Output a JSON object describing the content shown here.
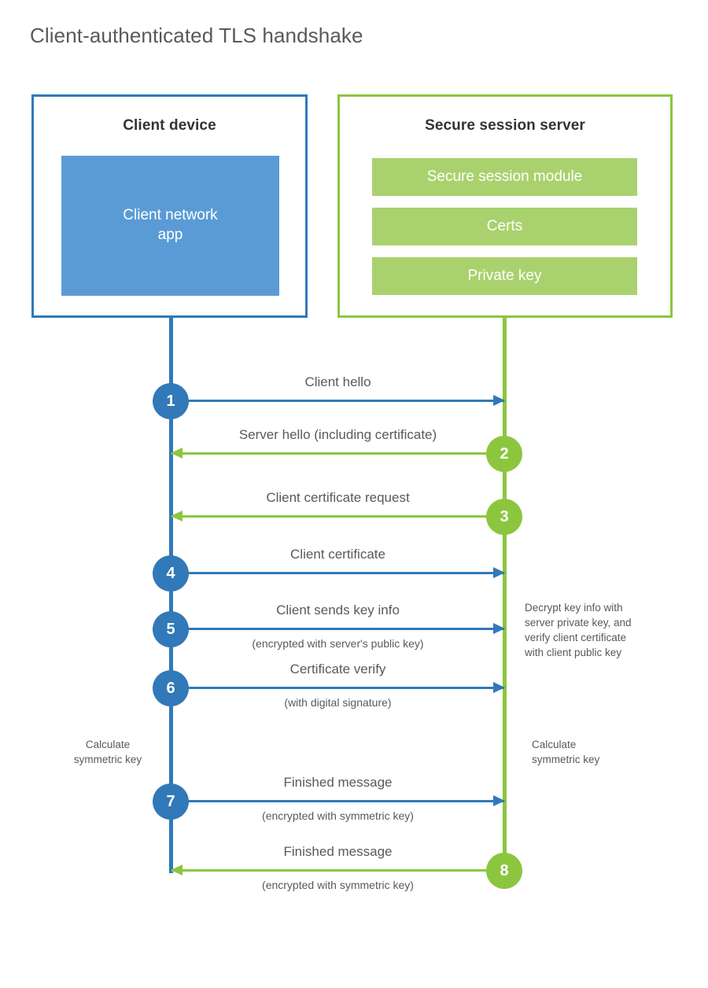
{
  "title": "Client-authenticated TLS handshake",
  "colors": {
    "client_blue": "#3179b8",
    "client_app_fill": "#5b9bd5",
    "server_green": "#8cc63f",
    "server_bar_fill": "#a9d26e",
    "text_gray": "#58595b",
    "heading_dark": "#333333",
    "background": "#ffffff"
  },
  "client": {
    "title": "Client device",
    "app_label_line1": "Client network",
    "app_label_line2": "app"
  },
  "server": {
    "title": "Secure session server",
    "components": [
      {
        "label": "Secure session module"
      },
      {
        "label": "Certs"
      },
      {
        "label": "Private key"
      }
    ]
  },
  "steps": [
    {
      "number": "1",
      "direction": "client-to-server",
      "label": "Client hello",
      "sublabel": ""
    },
    {
      "number": "2",
      "direction": "server-to-client",
      "label": "Server hello (including certificate)",
      "sublabel": ""
    },
    {
      "number": "3",
      "direction": "server-to-client",
      "label": "Client certificate request",
      "sublabel": ""
    },
    {
      "number": "4",
      "direction": "client-to-server",
      "label": "Client certificate",
      "sublabel": ""
    },
    {
      "number": "5",
      "direction": "client-to-server",
      "label": "Client sends key info",
      "sublabel": "(encrypted with server's public key)"
    },
    {
      "number": "6",
      "direction": "client-to-server",
      "label": "Certificate verify",
      "sublabel": "(with digital signature)"
    },
    {
      "number": "7",
      "direction": "client-to-server",
      "label": "Finished message",
      "sublabel": "(encrypted with symmetric key)"
    },
    {
      "number": "8",
      "direction": "server-to-client",
      "label": "Finished message",
      "sublabel": "(encrypted with symmetric key)"
    }
  ],
  "notes": {
    "decrypt": {
      "line1": "Decrypt key info with",
      "line2": "server private key, and",
      "line3": "verify client certificate",
      "line4": "with client public key"
    },
    "calc_client": {
      "line1": "Calculate",
      "line2": "symmetric key"
    },
    "calc_server": {
      "line1": "Calculate",
      "line2": "symmetric key"
    }
  }
}
